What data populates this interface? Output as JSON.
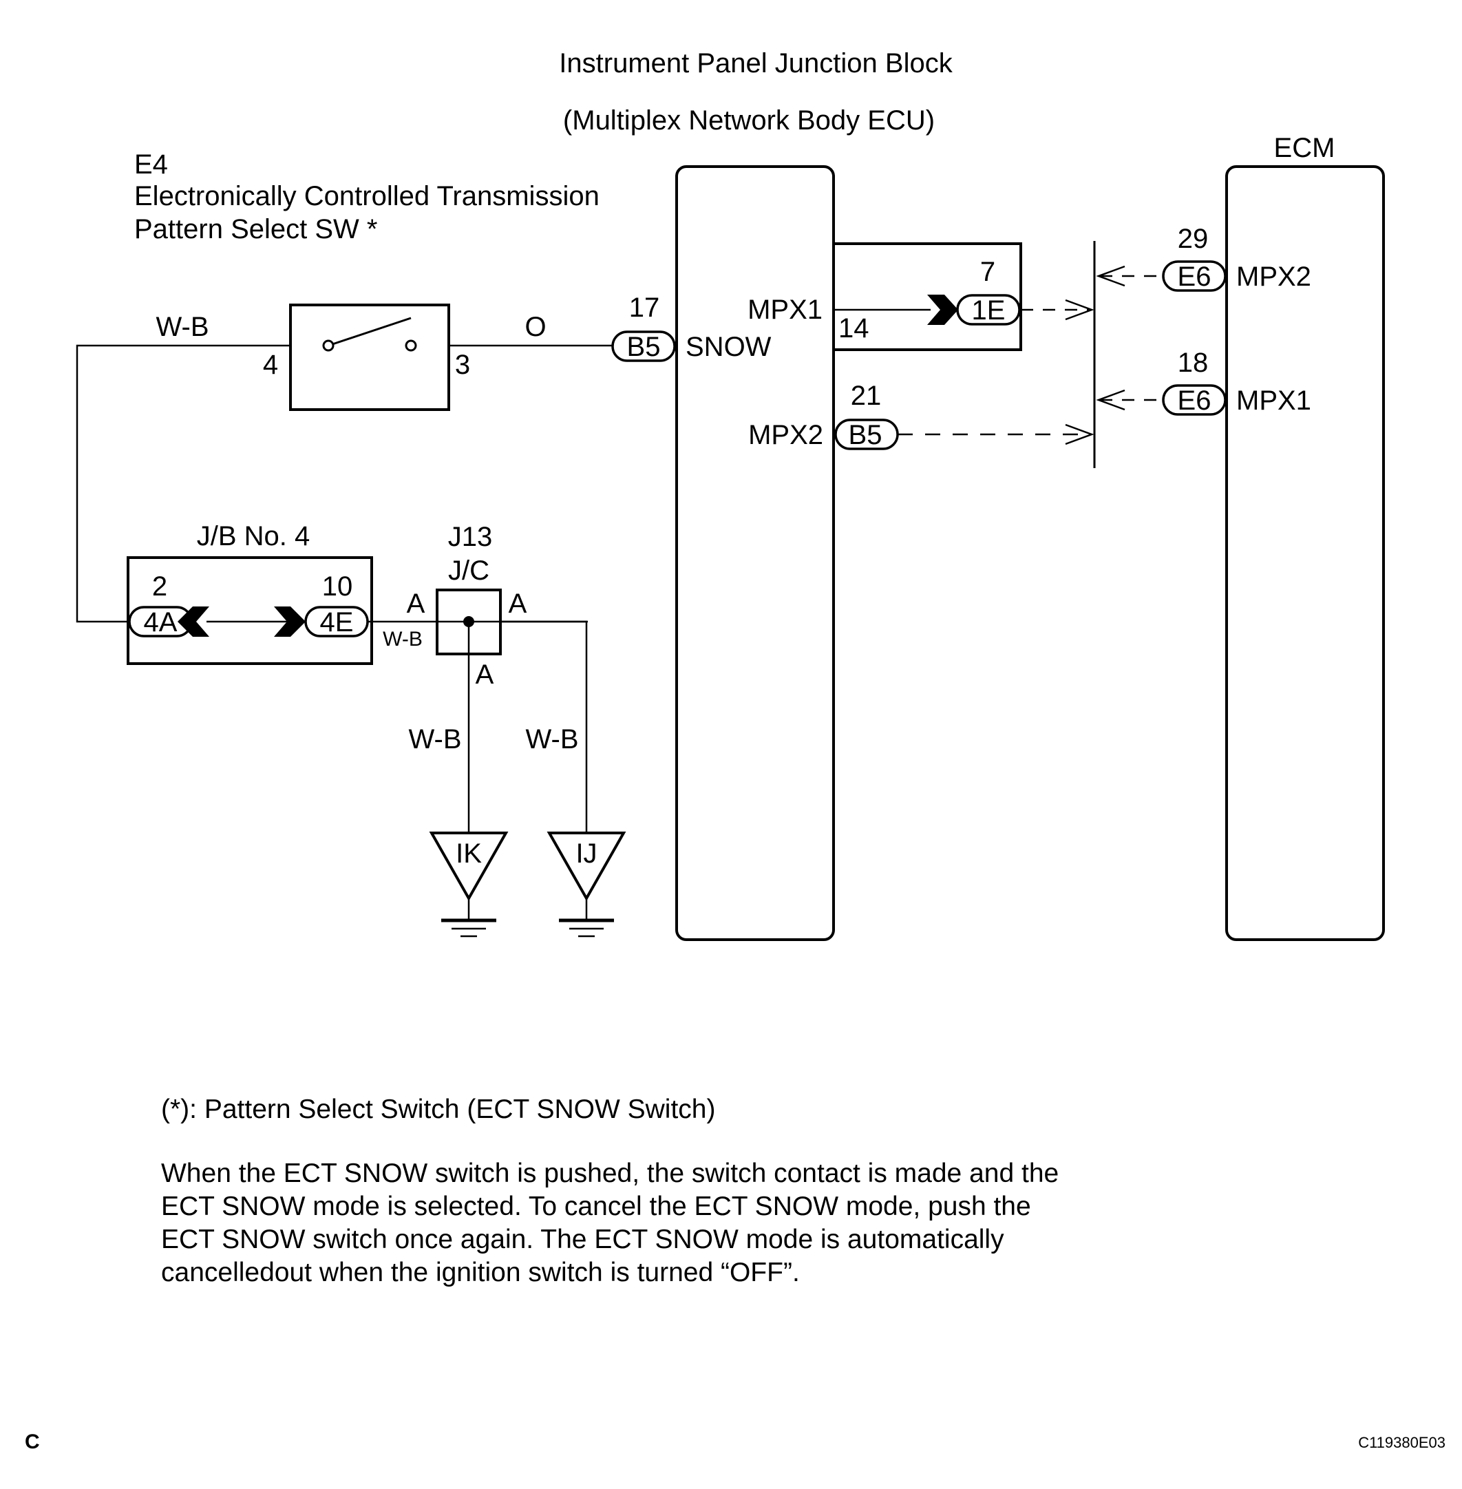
{
  "title": {
    "line1": "Instrument Panel Junction Block",
    "line2": "(Multiplex Network Body ECU)"
  },
  "ecm": {
    "label": "ECM"
  },
  "switch": {
    "code": "E4",
    "name_line1": "Electronically Controlled Transmission",
    "name_line2": "Pattern Select SW *",
    "pin_left": "4",
    "pin_right": "3"
  },
  "wires": {
    "top_left": "W-B",
    "switch_out": "O",
    "jb_to_jc": "W-B",
    "ground_ik": "W-B",
    "ground_ij": "W-B"
  },
  "body_ecu": {
    "snow_pin": "17",
    "snow_connector": "B5",
    "snow_label": "SNOW",
    "mpx1_label": "MPX1",
    "mpx1_internal_pin": "14",
    "mpx1_out_pin": "7",
    "mpx1_out_connector": "1E",
    "mpx2_pin": "21",
    "mpx2_connector": "B5",
    "mpx2_label": "MPX2"
  },
  "ecm_pins": {
    "mpx2_pin": "29",
    "mpx2_connector": "E6",
    "mpx2_label": "MPX2",
    "mpx1_pin": "18",
    "mpx1_connector": "E6",
    "mpx1_label": "MPX1"
  },
  "junction_block": {
    "label": "J/B No. 4",
    "left_pin": "2",
    "left_connector": "4A",
    "right_pin": "10",
    "right_connector": "4E"
  },
  "junction_connector": {
    "code": "J13",
    "label": "J/C",
    "pin_left": "A",
    "pin_right": "A",
    "pin_bottom": "A"
  },
  "grounds": {
    "ik": "IK",
    "ij": "IJ"
  },
  "notes": {
    "footnote": "(*): Pattern Select Switch (ECT SNOW Switch)",
    "para_line1": "When the ECT SNOW switch is pushed, the switch contact is made and the",
    "para_line2": "ECT SNOW mode is selected. To cancel the ECT SNOW mode, push the",
    "para_line3": "ECT SNOW switch once again. The ECT SNOW mode is automatically",
    "para_line4": "cancelledout when the ignition switch is turned “OFF”."
  },
  "corner_left": "C",
  "corner_right": "C119380E03"
}
